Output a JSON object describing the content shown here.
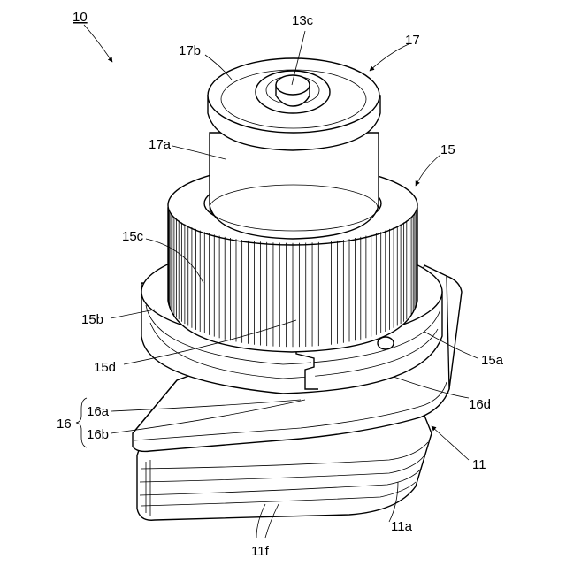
{
  "figure": {
    "main_label": "10",
    "labels": {
      "13c": "13c",
      "17": "17",
      "17b": "17b",
      "17a": "17a",
      "15": "15",
      "15c": "15c",
      "15b": "15b",
      "15d": "15d",
      "15a": "15a",
      "16": "16",
      "16a": "16a",
      "16b": "16b",
      "16d": "16d",
      "11": "11",
      "11a": "11a",
      "11f": "11f"
    }
  }
}
